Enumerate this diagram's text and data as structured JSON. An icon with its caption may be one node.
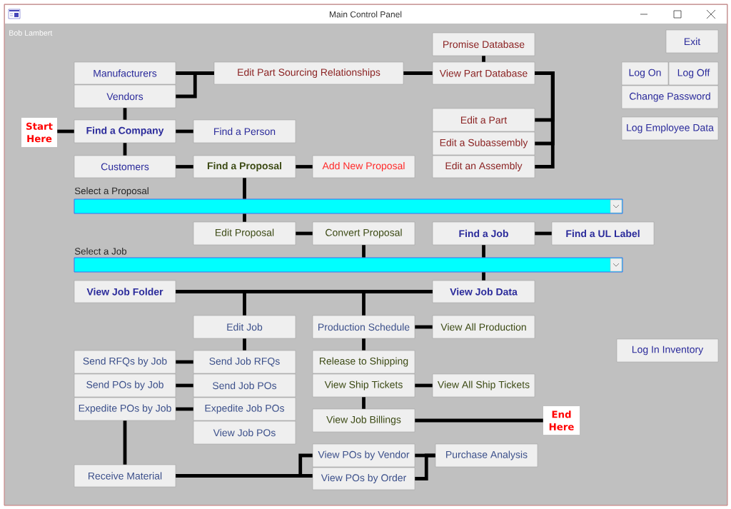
{
  "diagram": {
    "title": "Main Control Panel",
    "nodes": [
      {
        "text": [
          "Manufacturers"
        ]
      },
      {
        "text": [
          "Vendors"
        ]
      },
      {
        "text": [
          "Edit Part Sourcing Relationships"
        ]
      },
      {
        "text": [
          "Promise Database"
        ]
      },
      {
        "text": [
          "View Part Database"
        ]
      },
      {
        "text": [
          "Start Here"
        ]
      },
      {
        "text": [
          "Find a Company"
        ]
      },
      {
        "text": [
          "Find a Person"
        ]
      },
      {
        "text": [
          "Edit a Part"
        ]
      },
      {
        "text": [
          "Edit a Subassembly"
        ]
      },
      {
        "text": [
          "Edit an Assembly"
        ]
      },
      {
        "text": [
          "Customers"
        ]
      },
      {
        "text": [
          "Find a Proposal"
        ]
      },
      {
        "text": [
          "Add New Proposal"
        ]
      },
      {
        "text": [
          "Select a Proposal"
        ]
      },
      {
        "text": [
          "Edit Proposal"
        ]
      },
      {
        "text": [
          "Convert Proposal"
        ]
      },
      {
        "text": [
          "Find a Job"
        ]
      },
      {
        "text": [
          "Find a UL Label"
        ]
      },
      {
        "text": [
          "Select a Job"
        ]
      },
      {
        "text": [
          "View Job Folder"
        ]
      },
      {
        "text": [
          "View Job Data"
        ]
      },
      {
        "text": [
          "Edit Job"
        ]
      },
      {
        "text": [
          "Production Schedule"
        ]
      },
      {
        "text": [
          "View All Production"
        ]
      },
      {
        "text": [
          "Send RFQs by Job"
        ]
      },
      {
        "text": [
          "Send Job RFQs"
        ]
      },
      {
        "text": [
          "Release to Shipping"
        ]
      },
      {
        "text": [
          "Send POs by Job"
        ]
      },
      {
        "text": [
          "Send Job POs"
        ]
      },
      {
        "text": [
          "View Ship Tickets"
        ]
      },
      {
        "text": [
          "View All Ship Tickets"
        ]
      },
      {
        "text": [
          "Expedite POs by Job"
        ]
      },
      {
        "text": [
          "Expedite Job POs"
        ]
      },
      {
        "text": [
          "View Job Billings"
        ]
      },
      {
        "text": [
          "End Here"
        ]
      },
      {
        "text": [
          "View Job POs"
        ]
      },
      {
        "text": [
          "View POs by Vendor"
        ]
      },
      {
        "text": [
          "Purchase Analysis"
        ]
      },
      {
        "text": [
          "Receive Material"
        ]
      },
      {
        "text": [
          "View POs by Order"
        ]
      },
      {
        "text": [
          "Exit"
        ]
      },
      {
        "text": [
          "Log On"
        ]
      },
      {
        "text": [
          "Log Off"
        ]
      },
      {
        "text": [
          "Change Password"
        ]
      },
      {
        "text": [
          "Log Employee Data"
        ]
      },
      {
        "text": [
          "Log In Inventory"
        ]
      }
    ],
    "edges": [
      {
        "from": 0,
        "to": 2,
        "arrow": "none"
      },
      {
        "from": 1,
        "to": 2,
        "arrow": "none"
      },
      {
        "from": 3,
        "to": 4,
        "arrow": "none"
      },
      {
        "from": 2,
        "to": 4,
        "arrow": "none"
      },
      {
        "from": 4,
        "to": 8,
        "arrow": "none"
      },
      {
        "from": 4,
        "to": 9,
        "arrow": "none"
      },
      {
        "from": 4,
        "to": 10,
        "arrow": "none"
      },
      {
        "from": 1,
        "to": 6,
        "arrow": "none"
      },
      {
        "from": 5,
        "to": 6,
        "arrow": "none"
      },
      {
        "from": 6,
        "to": 7,
        "arrow": "none"
      },
      {
        "from": 6,
        "to": 11,
        "arrow": "none"
      },
      {
        "from": 11,
        "to": 12,
        "arrow": "none"
      },
      {
        "from": 12,
        "to": 13,
        "arrow": "none"
      },
      {
        "from": 12,
        "to": 14,
        "arrow": "none"
      },
      {
        "from": 14,
        "to": 15,
        "arrow": "none"
      },
      {
        "from": 15,
        "to": 16,
        "arrow": "none"
      },
      {
        "from": 16,
        "to": 19,
        "arrow": "none"
      },
      {
        "from": 17,
        "to": 18,
        "arrow": "none"
      },
      {
        "from": 17,
        "to": 19,
        "arrow": "none"
      },
      {
        "from": 19,
        "to": 21,
        "arrow": "none"
      },
      {
        "from": 20,
        "to": 21,
        "arrow": "none"
      },
      {
        "from": 20,
        "to": 22,
        "arrow": "none"
      },
      {
        "from": 21,
        "to": 23,
        "arrow": "none"
      },
      {
        "from": 22,
        "to": 26,
        "arrow": "none"
      },
      {
        "from": 23,
        "to": 24,
        "arrow": "none"
      },
      {
        "from": 23,
        "to": 27,
        "arrow": "none"
      },
      {
        "from": 25,
        "to": 26,
        "arrow": "none"
      },
      {
        "from": 28,
        "to": 29,
        "arrow": "none"
      },
      {
        "from": 32,
        "to": 33,
        "arrow": "none"
      },
      {
        "from": 30,
        "to": 31,
        "arrow": "none"
      },
      {
        "from": 30,
        "to": 34,
        "arrow": "none"
      },
      {
        "from": 34,
        "to": 35,
        "arrow": "none"
      },
      {
        "from": 32,
        "to": 39,
        "arrow": "none"
      },
      {
        "from": 39,
        "to": 40,
        "arrow": "none"
      },
      {
        "from": 39,
        "to": 37,
        "arrow": "none"
      },
      {
        "from": 37,
        "to": 38,
        "arrow": "none"
      },
      {
        "from": 40,
        "to": 38,
        "arrow": "none"
      }
    ],
    "labels": [
      "Bob Lambert"
    ]
  }
}
